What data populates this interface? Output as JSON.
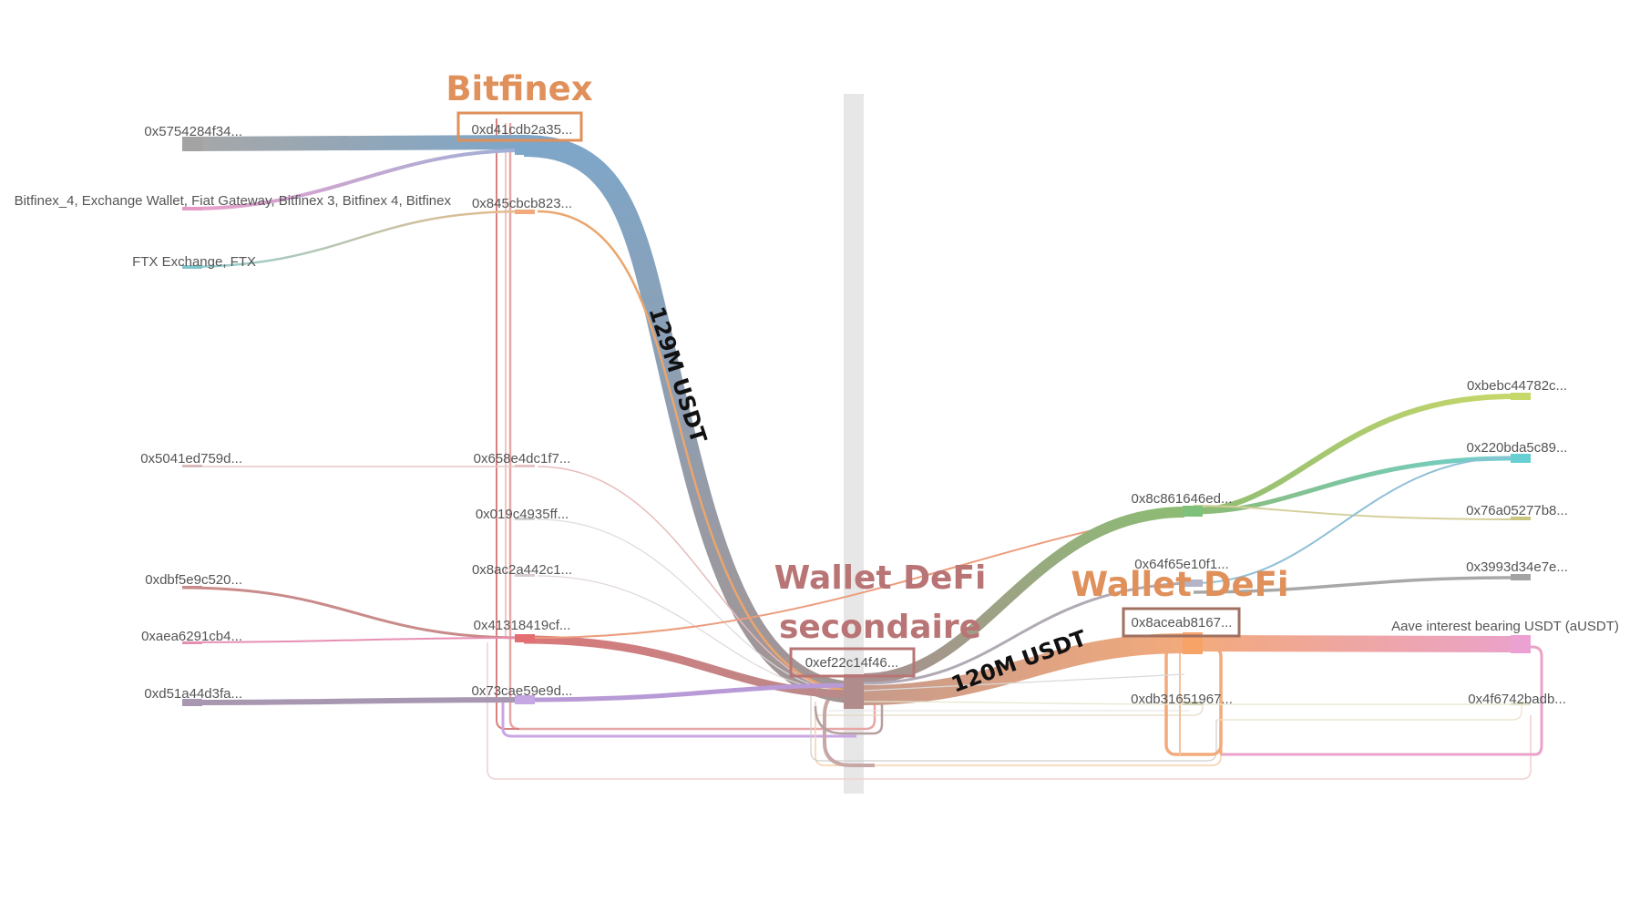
{
  "diagram": {
    "type": "sankey-flow",
    "annotations": {
      "bitfinex_title": "Bitfinex",
      "wallet_defi_secondary_line1": "Wallet DeFi",
      "wallet_defi_secondary_line2": "secondaire",
      "wallet_defi_main": "Wallet DeFi",
      "flow_129m": "129M USDT",
      "flow_120m": "120M USDT"
    },
    "nodes": {
      "n_5754": "0x5754284f34...",
      "n_bitfinex_group": "Bitfinex_4, Exchange Wallet, Fiat Gateway, Bitfinex 3, Bitfinex 4, Bitfinex",
      "n_ftx": "FTX Exchange, FTX",
      "n_d41c": "0xd41cdb2a35...",
      "n_845c": "0x845cbcb823...",
      "n_5041": "0x5041ed759d...",
      "n_658e": "0x658e4dc1f7...",
      "n_019c": "0x019c4935ff...",
      "n_8ac2": "0x8ac2a442c1...",
      "n_dbf5": "0xdbf5e9c520...",
      "n_4131": "0x41318419cf...",
      "n_aea6": "0xaea6291cb4...",
      "n_d51a": "0xd51a44d3fa...",
      "n_73ca": "0x73cae59e9d...",
      "n_ef22": "0xef22c14f46...",
      "n_8c86": "0x8c861646ed...",
      "n_64f6": "0x64f65e10f1...",
      "n_8ace": "0x8aceab8167...",
      "n_db31": "0xdb31651967...",
      "n_bebc": "0xbebc44782c...",
      "n_220b": "0x220bda5c89...",
      "n_76a0": "0x76a05277b8...",
      "n_3993": "0x3993d34e7e...",
      "n_aave": "Aave interest bearing USDT (aUSDT)",
      "n_4f67": "0x4f6742badb..."
    },
    "colors": {
      "highlight_orange": "#e0905a",
      "highlight_pink": "#b97575",
      "flow_blue": "#7ea6c8",
      "flow_green": "#8dbb74",
      "flow_orange": "#f2aa7c",
      "flow_pink": "#eba2c8",
      "flow_red": "#d9787a"
    }
  }
}
